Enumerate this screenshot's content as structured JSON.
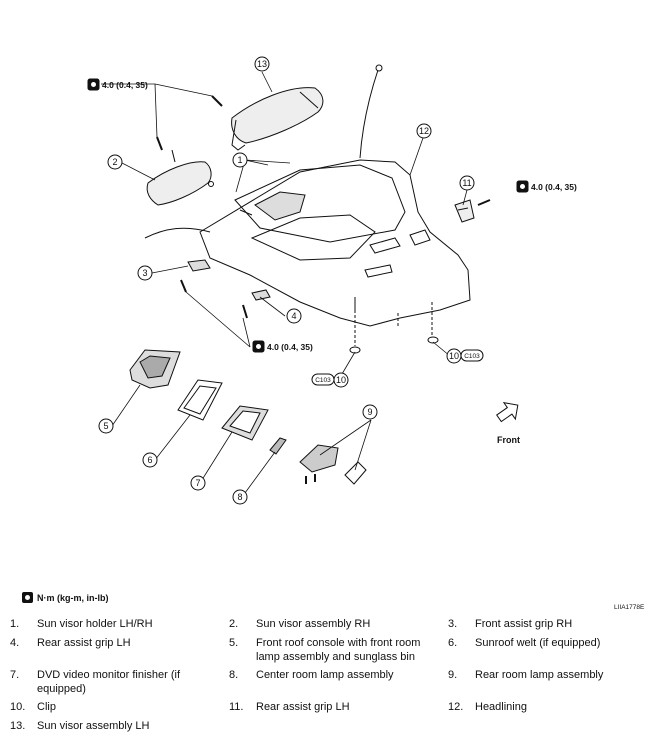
{
  "torque_labels": [
    "4.0 (0.4, 35)",
    "4.0 (0.4, 35)",
    "4.0 (0.4, 35)"
  ],
  "callouts": [
    "1",
    "2",
    "3",
    "4",
    "5",
    "6",
    "7",
    "8",
    "9",
    "10",
    "10",
    "11",
    "12",
    "13"
  ],
  "connector_labels": [
    "C103",
    "C103"
  ],
  "front_label": "Front",
  "unit_legend": "N·m (kg-m, in-lb)",
  "figure_code": "LIIA1778E",
  "parts": [
    {
      "num": "1.",
      "name": "Sun visor holder LH/RH"
    },
    {
      "num": "2.",
      "name": "Sun visor assembly RH"
    },
    {
      "num": "3.",
      "name": "Front assist grip RH"
    },
    {
      "num": "4.",
      "name": "Rear assist grip LH"
    },
    {
      "num": "5.",
      "name": "Front roof console with front room lamp assembly and sunglass bin"
    },
    {
      "num": "6.",
      "name": "Sunroof welt (if equipped)"
    },
    {
      "num": "7.",
      "name": "DVD video monitor finisher (if equipped)"
    },
    {
      "num": "8.",
      "name": "Center room lamp assembly"
    },
    {
      "num": "9.",
      "name": "Rear room lamp assembly"
    },
    {
      "num": "10.",
      "name": "Clip"
    },
    {
      "num": "11.",
      "name": "Rear assist grip LH"
    },
    {
      "num": "12.",
      "name": "Headlining"
    },
    {
      "num": "13.",
      "name": "Sun visor assembly LH"
    }
  ]
}
